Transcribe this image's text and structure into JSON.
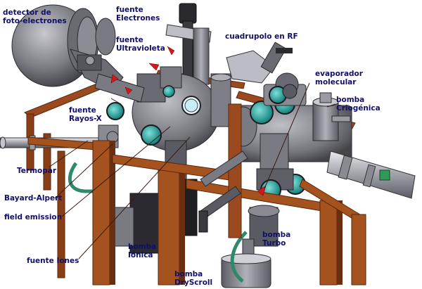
{
  "labels": {
    "detector_line1": "detector de",
    "detector_line2": "foto-electrones",
    "fuente_electrones_line1": "fuente",
    "fuente_electrones_line2": "Electrones",
    "fuente_ultravioleta_line1": "fuente",
    "fuente_ultravioleta_line2": "Ultravioleta",
    "cuadrupolo": "cuadrupolo en RF",
    "evaporador_line1": "evaporador",
    "evaporador_line2": "molecular",
    "bomba_criogenica_line1": "bomba",
    "bomba_criogenica_line2": "Criogénica",
    "fuente_rayosx_line1": "fuente",
    "fuente_rayosx_line2": "Rayos-X",
    "termopar": "Termopar",
    "bayard_alpert": "Bayard-Alpert",
    "field_emission": "field emission",
    "fuente_iones": "fuente Iones",
    "bomba_ionica_line1": "bomba",
    "bomba_ionica_line2": "Iónica",
    "bomba_turbo_line1": "bomba",
    "bomba_turbo_line2": "Turbo",
    "bomba_dryscroll_line1": "bomba",
    "bomba_dryscroll_line2": "DryScroll"
  },
  "colors": {
    "frame_wood": "#9a4a1e",
    "frame_wood_dark": "#6a2e10",
    "chamber_grey": "#8a8a90",
    "chamber_light": "#b4b4ba",
    "chamber_dark": "#4a4a50",
    "teal_window": "#2aa3a0",
    "green_hose": "#2e9a5a",
    "label_text": "#10106a",
    "arrow_red": "#d41818"
  }
}
